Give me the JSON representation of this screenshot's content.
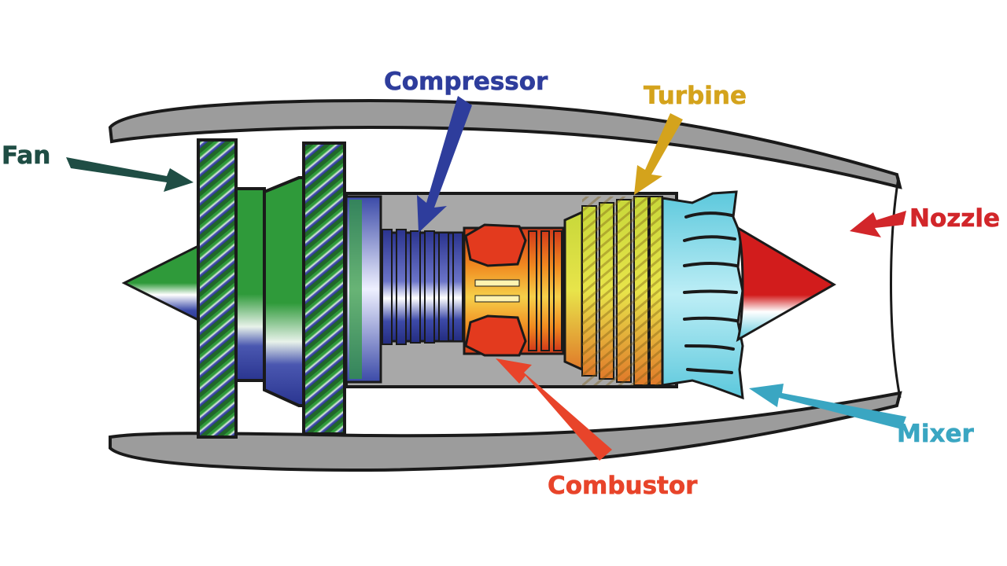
{
  "labels": {
    "fan": "Fan",
    "compressor": "Compressor",
    "turbine": "Turbine",
    "nozzle": "Nozzle",
    "mixer": "Mixer",
    "combustor": "Combustor"
  },
  "colors": {
    "fan": "#1f4d44",
    "compressor": "#2e3d9c",
    "turbine": "#d4a31c",
    "nozzle": "#d2262a",
    "mixer": "#3aa6c2",
    "combustor": "#e8442a",
    "nacelle": "#9c9c9c",
    "core_case": "#a8a8a8",
    "fan_green": "#2f9a3a",
    "compressor_blue": "#2d3a9a",
    "turbine_yellow": "#d8d63a",
    "mixer_cyan": "#6fd0e0",
    "cone_red": "#d21c1c"
  }
}
